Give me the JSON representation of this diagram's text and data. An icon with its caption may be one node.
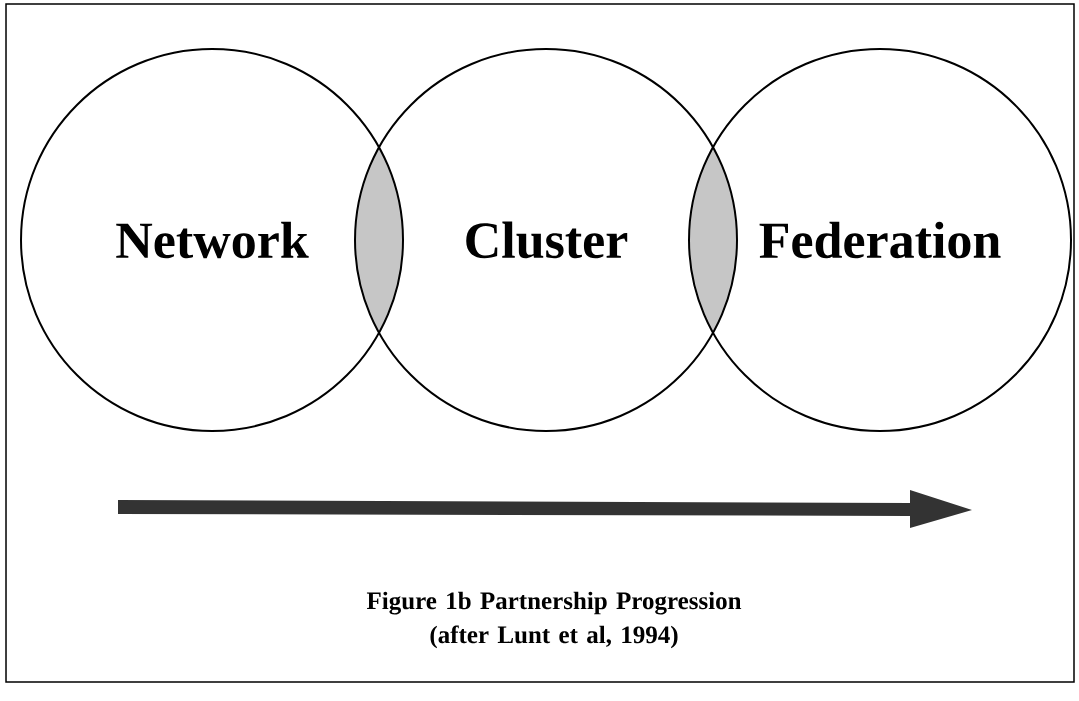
{
  "diagram": {
    "caption": "Figure 1b Partnership Progression (after Lunt et al, 1994)",
    "nodes": [
      {
        "text": [
          "Network"
        ]
      },
      {
        "text": [],
        "shape": "lens"
      },
      {
        "text": [
          "Cluster"
        ]
      },
      {
        "text": [],
        "shape": "lens"
      },
      {
        "text": [
          "Federation"
        ]
      }
    ]
  }
}
